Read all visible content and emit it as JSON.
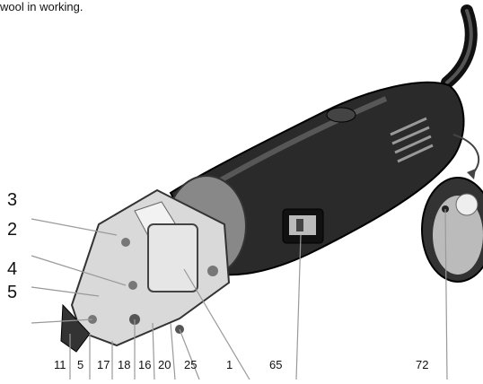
{
  "caption_fragment": "wool in working.",
  "callouts_left": [
    "3",
    "2",
    "4",
    "5"
  ],
  "callouts_bottom": [
    "11",
    "5",
    "17",
    "18",
    "16",
    "20",
    "25",
    "1",
    "65",
    "72"
  ]
}
